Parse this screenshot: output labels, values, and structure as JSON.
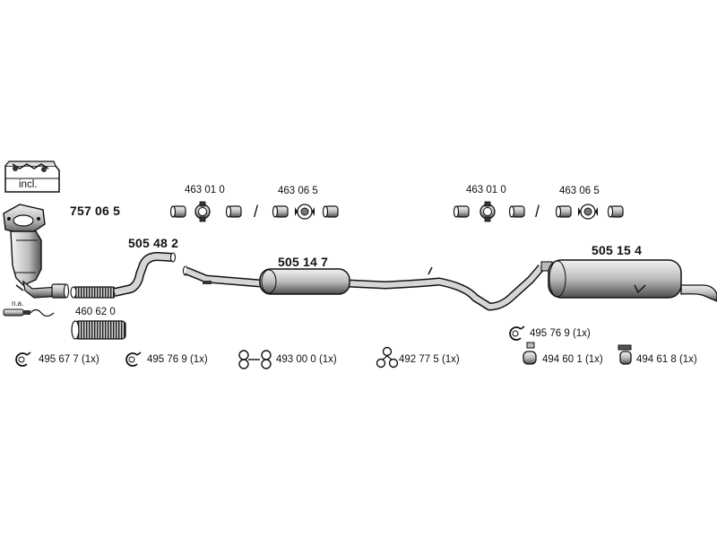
{
  "colors": {
    "line": "#111111",
    "part_fill": "#d9d9d9",
    "part_dark": "#7a7a7a",
    "background": "#ffffff"
  },
  "icons": [
    "kit-box-icon",
    "catalytic-converter-icon",
    "lambda-sensor-icon",
    "flex-pipe-icon",
    "front-pipe-icon",
    "middle-pipe-icon",
    "middle-silencer-icon",
    "rear-silencer-icon",
    "clamp-icon",
    "gasket-icon",
    "rubber-mount-icon",
    "bracket-icon"
  ],
  "kit_box": {
    "label": "incl."
  },
  "parts": {
    "catalytic_converter": "757 06 5",
    "lambda_sensor": "n.a.",
    "flex_pipe": "460 62 0",
    "front_pipe": "505 48 2",
    "middle_silencer": "505 14 7",
    "rear_silencer": "505 15 4"
  },
  "mount_sets": {
    "left": {
      "option_a": "463 01 0",
      "separator": "/",
      "option_b": "463 06 5"
    },
    "right": {
      "option_a": "463 01 0",
      "separator": "/",
      "option_b": "463 06 5"
    }
  },
  "accessories": {
    "clamp_1": "495 67 7 (1x)",
    "clamp_2": "495 76 9 (1x)",
    "mount_pair": "493 00 0 (1x)",
    "triple_mount": "492 77 5 (1x)",
    "clamp_rear": "495 76 9 (1x)",
    "bracket_1": "494 60 1 (1x)",
    "bracket_2": "494 61 8 (1x)"
  }
}
